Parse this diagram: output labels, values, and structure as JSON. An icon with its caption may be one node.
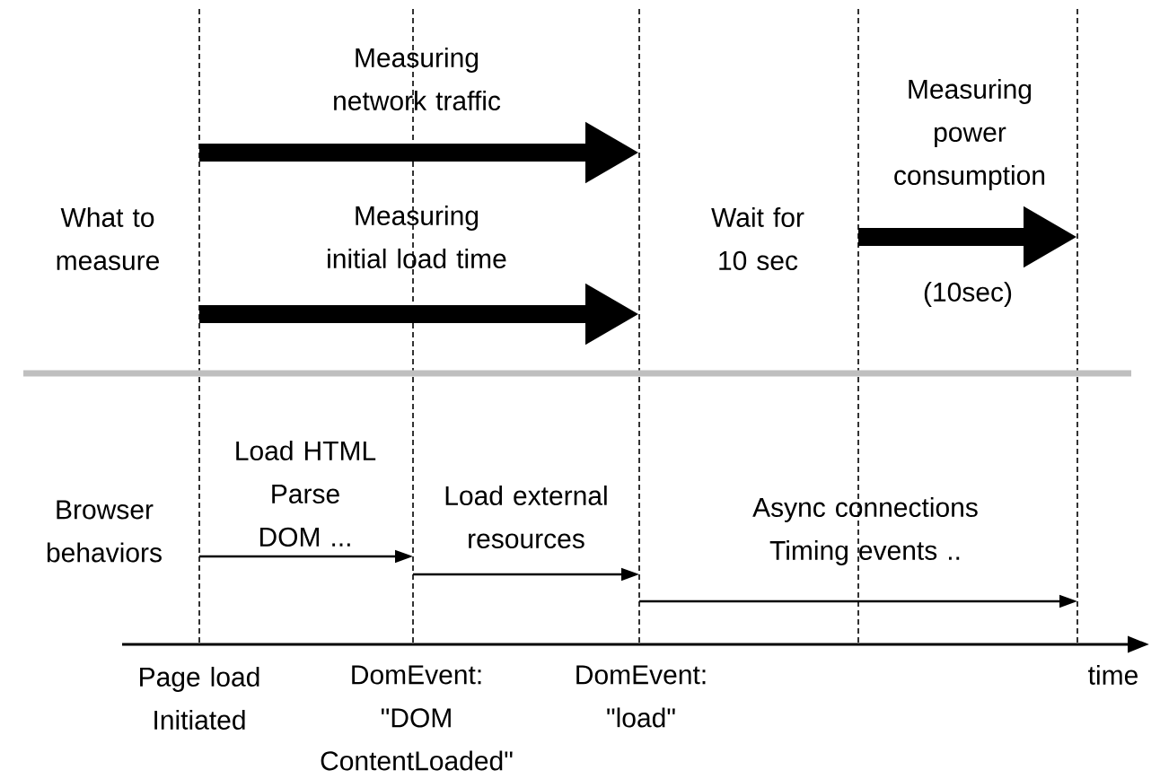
{
  "diagram": {
    "labels": [
      "Measuring network traffic",
      "Measuring power consumption",
      "What to measure",
      "Measuring initial load time",
      "Wait for 10 sec",
      "(10sec)",
      "Load HTML Parse DOM ...",
      "Browser behaviors",
      "Load external resources",
      "Async connections Timing events ..",
      "Page load Initiated",
      "DomEvent: \"DOM ContentLoaded\"",
      "DomEvent: \"load\"",
      "time"
    ]
  }
}
